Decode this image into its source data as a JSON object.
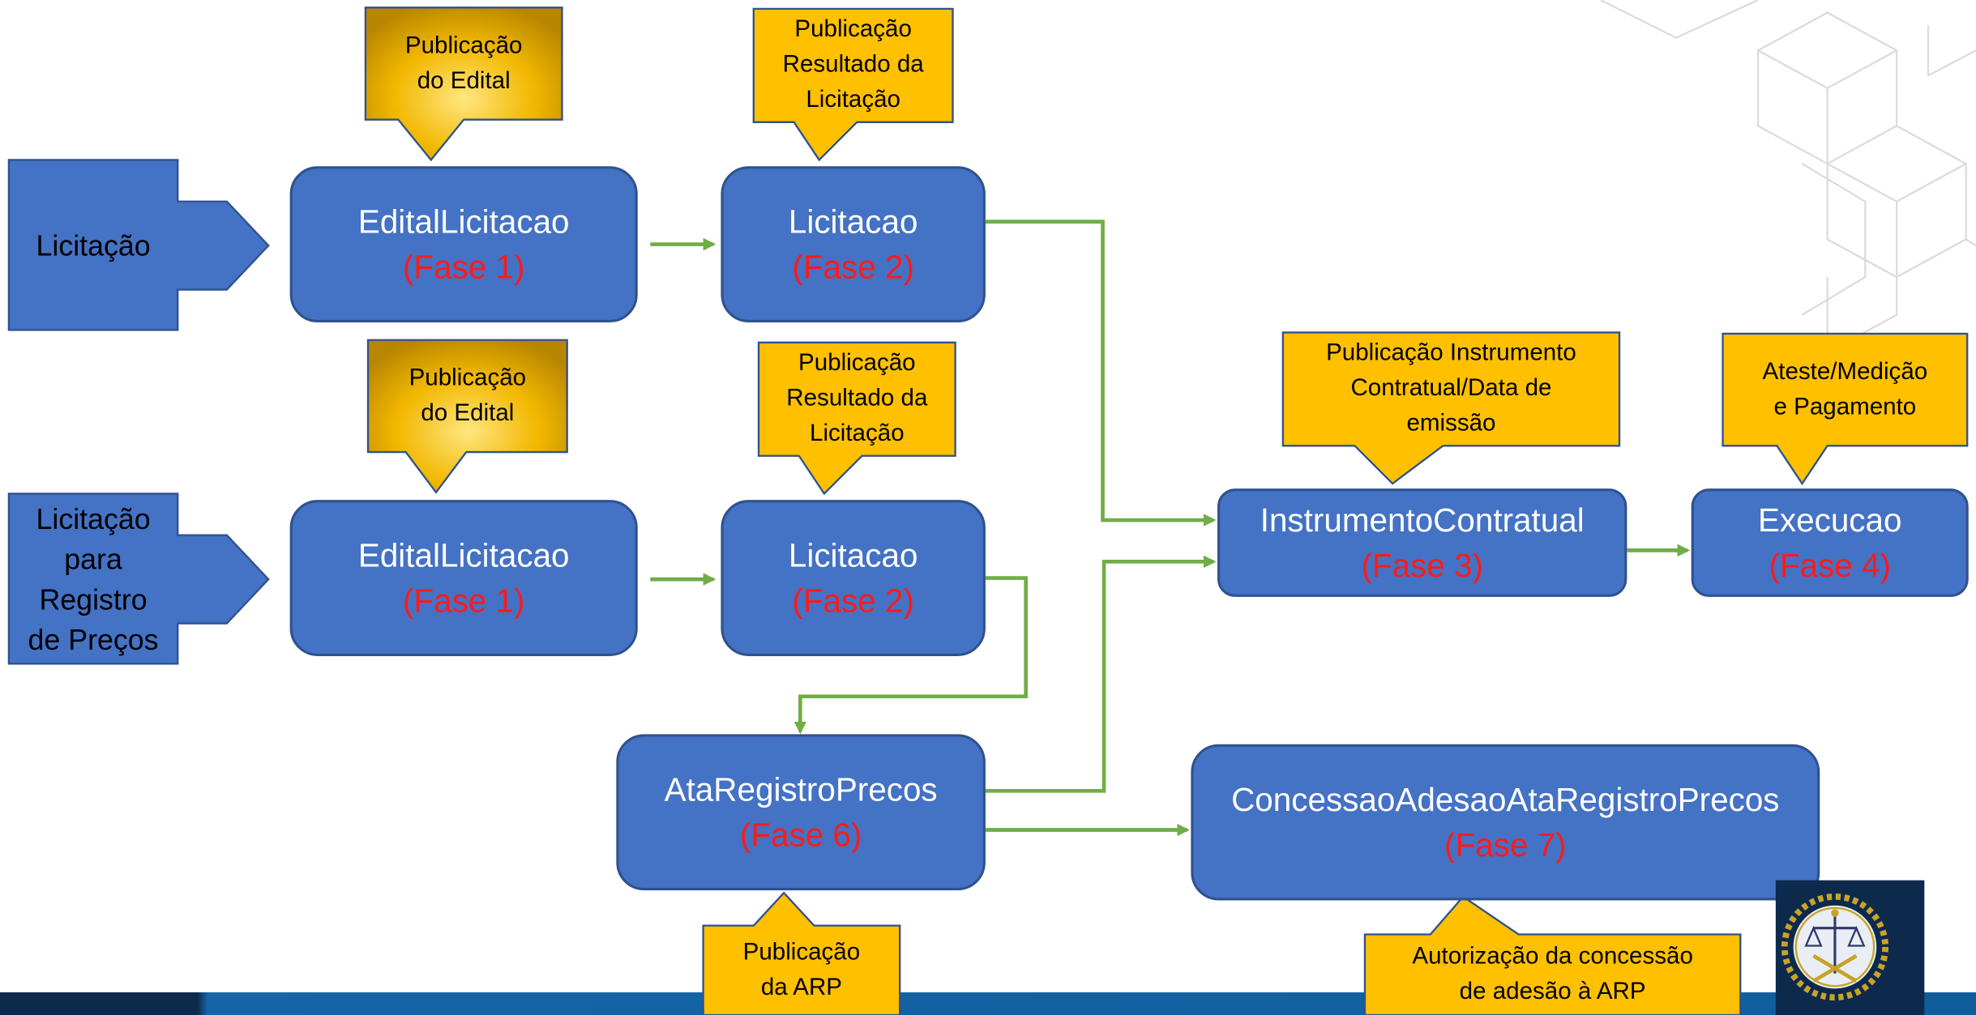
{
  "processes": [
    {
      "name": "EditalLicitacao",
      "phase": "(Fase 1)"
    },
    {
      "name": "Licitacao",
      "phase": "(Fase 2)"
    },
    {
      "name": "EditalLicitacao",
      "phase": "(Fase 1)"
    },
    {
      "name": "Licitacao",
      "phase": "(Fase 2)"
    },
    {
      "name": "InstrumentoContratual",
      "phase": "(Fase 3)"
    },
    {
      "name": "Execucao",
      "phase": "(Fase 4)"
    },
    {
      "name": "AtaRegistroPrecos",
      "phase": "(Fase 6)"
    },
    {
      "name": "ConcessaoAdesaoAtaRegistroPrecos",
      "phase": "(Fase 7)"
    }
  ],
  "entries": [
    {
      "lines": [
        "Licitação"
      ]
    },
    {
      "lines": [
        "Licitação",
        "para",
        "Registro",
        "de Preços"
      ]
    }
  ],
  "callouts": [
    {
      "lines": [
        "Publicação",
        "do Edital"
      ]
    },
    {
      "lines": [
        "Publicação",
        "Resultado da",
        "Licitação"
      ]
    },
    {
      "lines": [
        "Publicação",
        "do Edital"
      ]
    },
    {
      "lines": [
        "Publicação",
        "Resultado da",
        "Licitação"
      ]
    },
    {
      "lines": [
        "Publicação Instrumento",
        "Contratual/Data de",
        "emissão"
      ]
    },
    {
      "lines": [
        "Ateste/Medição",
        "e Pagamento"
      ]
    },
    {
      "lines": [
        "Publicação",
        "da ARP"
      ]
    },
    {
      "lines": [
        "Autorização da concessão",
        "de adesão à ARP"
      ]
    }
  ],
  "colors": {
    "process_fill": "#4472c4",
    "process_border": "#2f528f",
    "phase_text": "#ff1a1a",
    "callout_fill": "#ffc000",
    "connector": "#70ad47",
    "footer_band": "#0f5e9c",
    "logo_background": "#0d2a4d"
  },
  "icons": {
    "logo": "scales-of-justice-keys-emblem-icon",
    "decoration": "hexagonal-cube-pattern"
  }
}
